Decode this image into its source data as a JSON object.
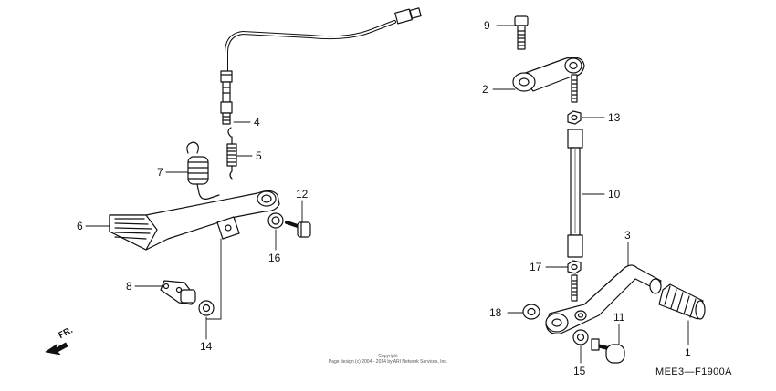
{
  "callouts": {
    "c1": "1",
    "c2": "2",
    "c3": "3",
    "c4": "4",
    "c5": "5",
    "c6": "6",
    "c7": "7",
    "c8": "8",
    "c9": "9",
    "c10": "10",
    "c11": "11",
    "c12": "12",
    "c13": "13",
    "c14": "14",
    "c15": "15",
    "c16": "16",
    "c17": "17",
    "c18": "18"
  },
  "direction_label": "FR.",
  "diagram_code": "MEE3—F1900A",
  "copyright": {
    "line1": "Copyright",
    "line2": "Page design (c) 2004 - 2014 by ARI Network Services, Inc."
  }
}
